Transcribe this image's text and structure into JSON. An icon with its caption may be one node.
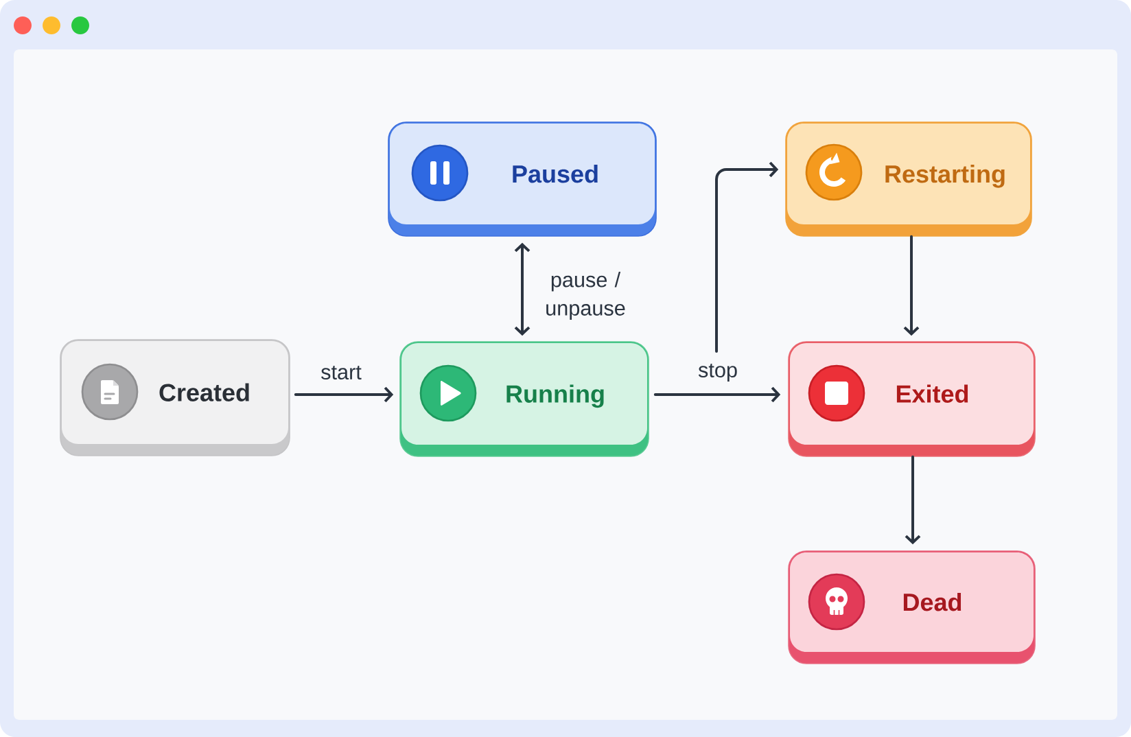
{
  "diagram": {
    "nodes": [
      {
        "text": [
          "Paused"
        ]
      },
      {
        "text": [
          "Restarting"
        ]
      },
      {
        "text": [
          "Created"
        ]
      },
      {
        "text": [
          "Running"
        ]
      },
      {
        "text": [
          "Exited"
        ]
      },
      {
        "text": [
          "Dead"
        ]
      }
    ],
    "edges": [
      {
        "from": 2,
        "to": 3,
        "arrow": "to",
        "label": "start"
      },
      {
        "from": 0,
        "to": 3,
        "arrow": "both",
        "label": "pause / unpause"
      },
      {
        "from": 3,
        "to": 4,
        "arrow": "to",
        "label": "stop"
      },
      {
        "from": null,
        "to": 1,
        "arrow": "to"
      },
      {
        "from": 1,
        "to": 4,
        "arrow": "to"
      },
      {
        "from": 4,
        "to": 5,
        "arrow": "to"
      }
    ]
  }
}
